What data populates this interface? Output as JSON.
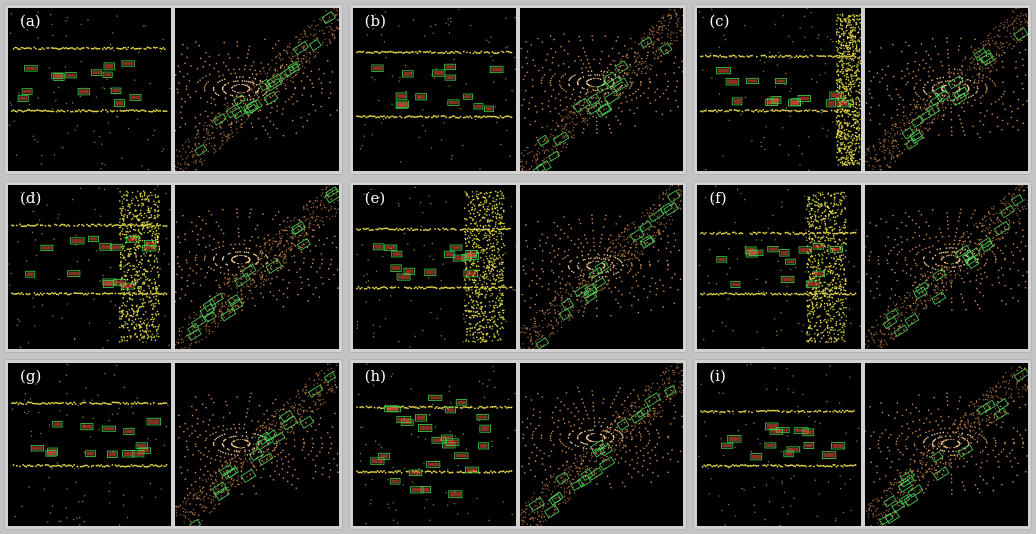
{
  "panels": [
    {
      "label": "(a)",
      "variant": 0
    },
    {
      "label": "(b)",
      "variant": 1
    },
    {
      "label": "(c)",
      "variant": 2
    },
    {
      "label": "(d)",
      "variant": 3
    },
    {
      "label": "(e)",
      "variant": 4
    },
    {
      "label": "(f)",
      "variant": 5
    },
    {
      "label": "(g)",
      "variant": 6
    },
    {
      "label": "(h)",
      "variant": 7
    },
    {
      "label": "(i)",
      "variant": 8
    }
  ],
  "colors": {
    "background": "#000000",
    "frame": "#c8c8c8",
    "bev_points": "#e8d84a",
    "bev_points_dim": "#9fb23a",
    "bev_box": "#3cd24a",
    "bev_box_fill": "#e0503a",
    "persp_points": "#d08a4a",
    "persp_points_light": "#f0c890",
    "persp_box": "#4cd058"
  }
}
